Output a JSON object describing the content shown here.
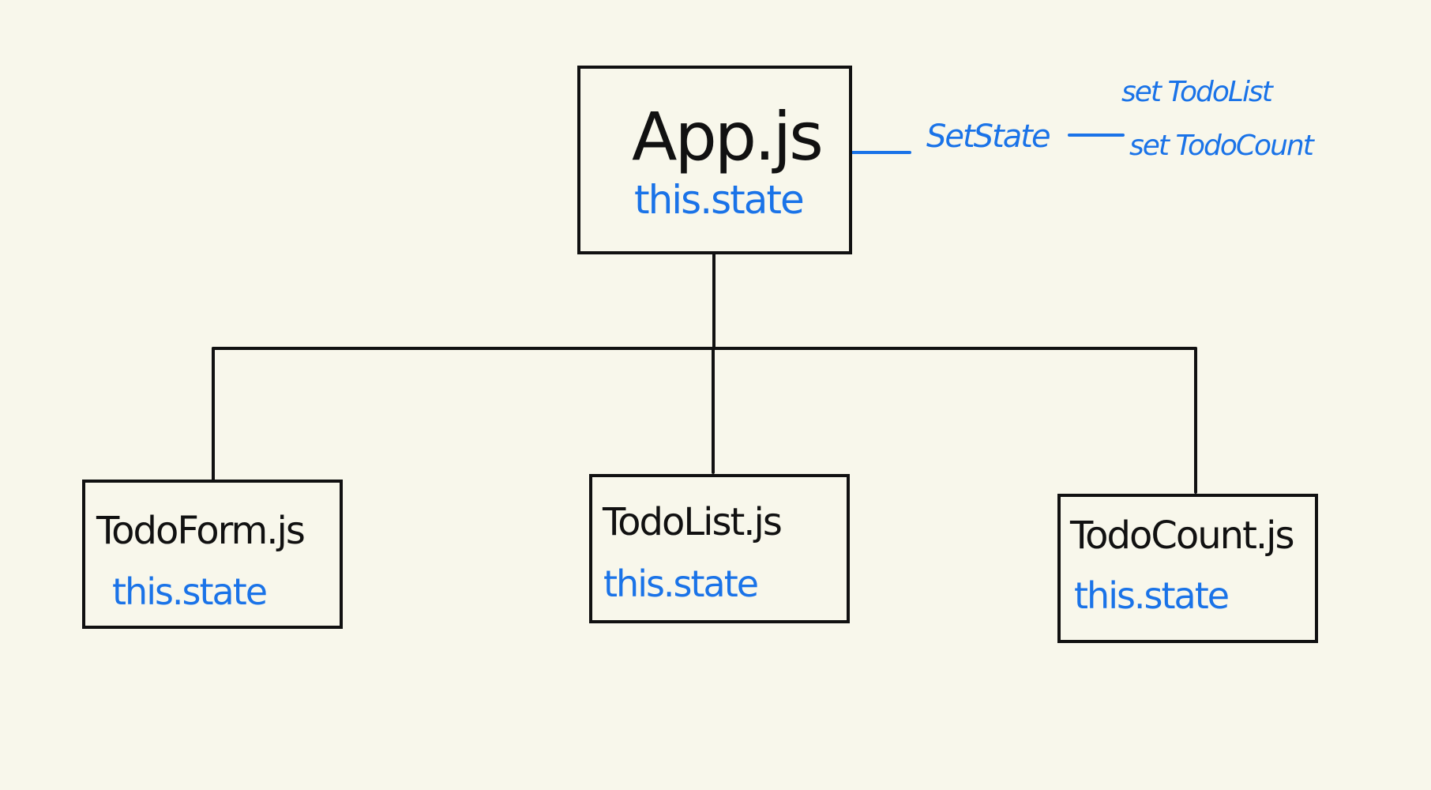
{
  "colors": {
    "background": "#f8f7eb",
    "ink": "#111111",
    "accent": "#1a73e8"
  },
  "root": {
    "title": "App.js",
    "state": "this.state"
  },
  "setstate": {
    "label": "SetState",
    "methods": [
      "set TodoList",
      "set TodoCount"
    ]
  },
  "children": [
    {
      "title": "TodoForm.js",
      "state": "this.state"
    },
    {
      "title": "TodoList.js",
      "state": "this.state"
    },
    {
      "title": "TodoCount.js",
      "state": "this.state"
    }
  ]
}
